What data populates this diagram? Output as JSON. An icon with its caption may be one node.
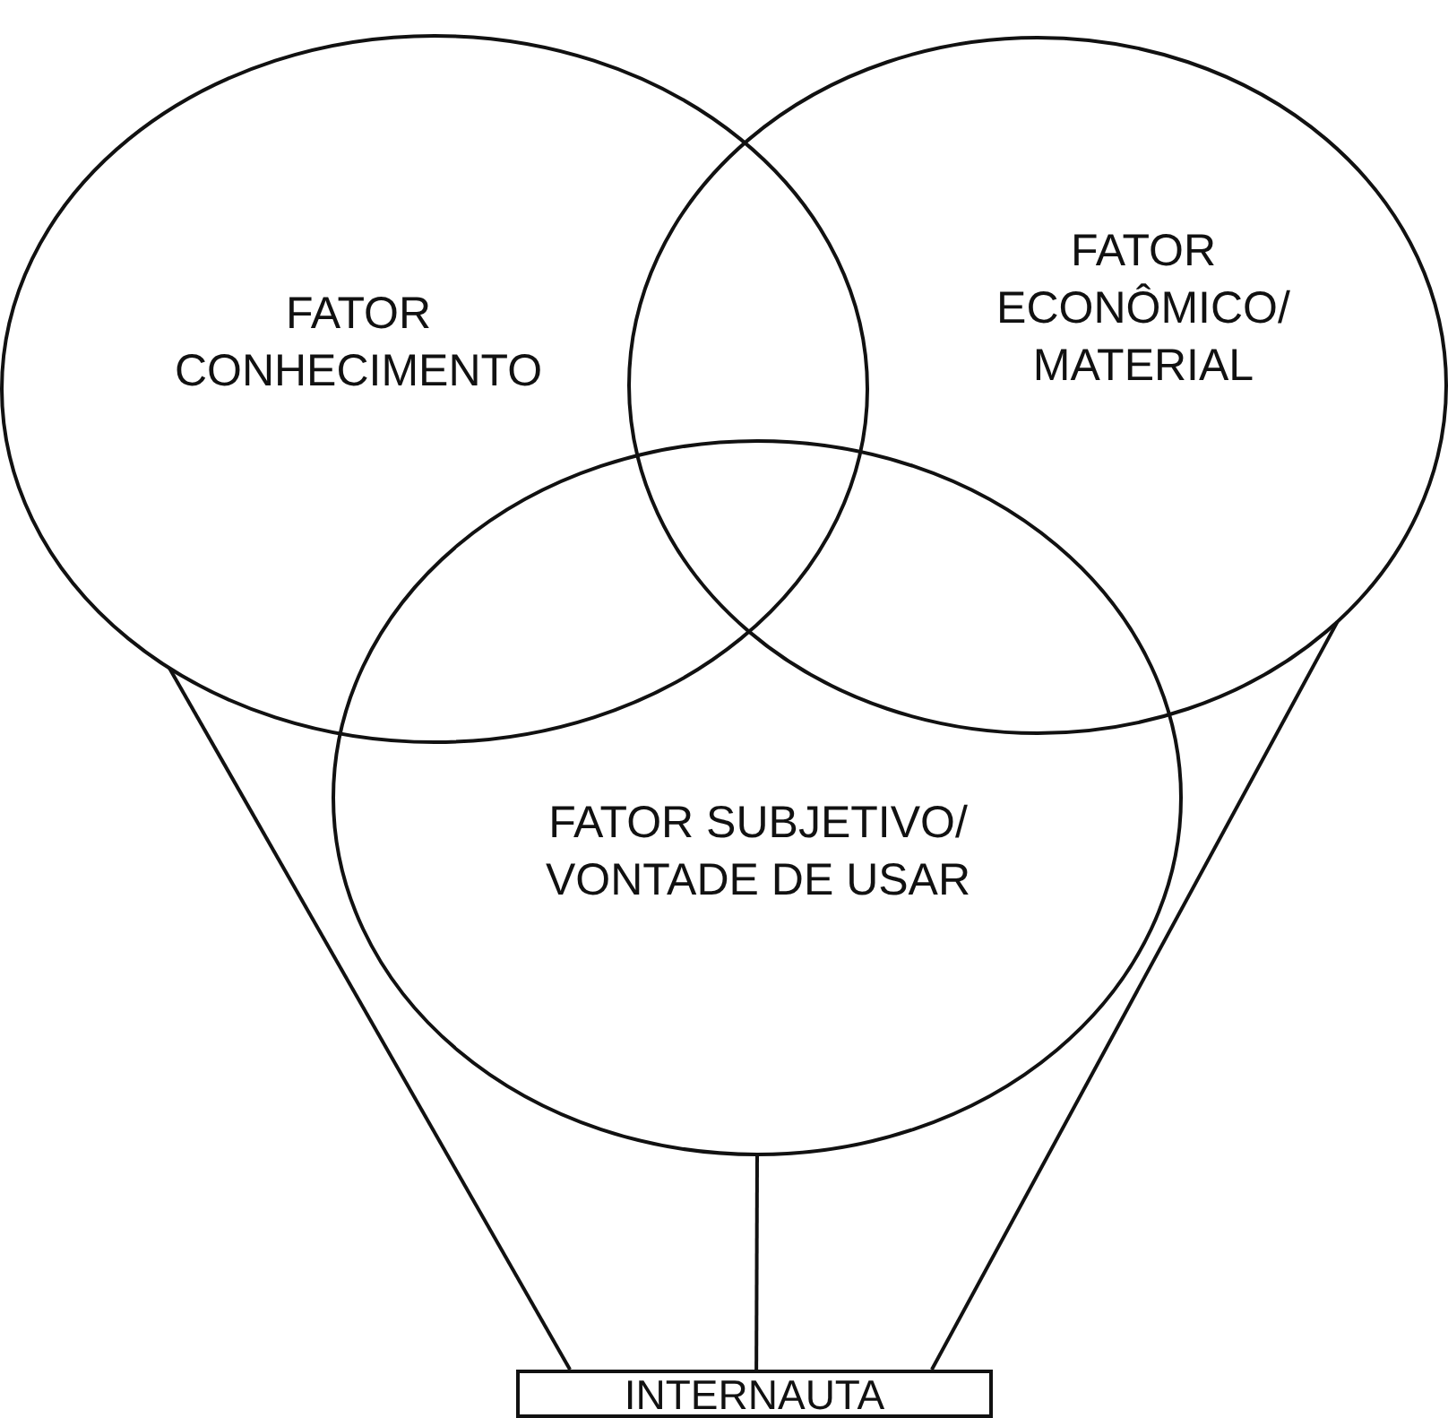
{
  "diagram": {
    "nodes": [
      {
        "text": [
          "FATOR CONHECIMENTO"
        ]
      },
      {
        "text": [
          "FATOR ECONÔMICO/ MATERIAL"
        ]
      },
      {
        "text": [
          "FATOR SUBJETIVO/ VONTADE DE USAR"
        ]
      },
      {
        "text": [
          "INTERNAUTA"
        ]
      }
    ],
    "edges": [
      {
        "from": 0,
        "to": 3,
        "arrow": "none"
      },
      {
        "from": 2,
        "to": 3,
        "arrow": "none"
      },
      {
        "from": 1,
        "to": 3,
        "arrow": "none"
      }
    ]
  }
}
